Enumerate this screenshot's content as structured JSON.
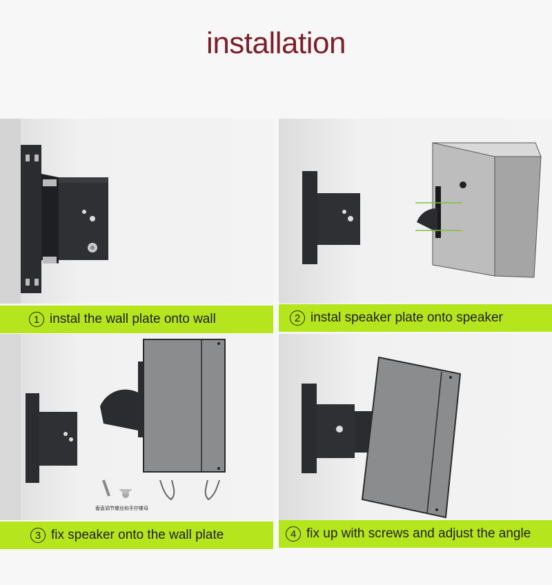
{
  "title": "installation",
  "steps": [
    {
      "num": "1",
      "text": "instal the wall plate onto wall"
    },
    {
      "num": "2",
      "text": "instal speaker plate onto speaker"
    },
    {
      "num": "3",
      "text": "fix speaker onto the wall plate"
    },
    {
      "num": "4",
      "text": "fix up with screws and adjust the angle"
    }
  ],
  "parts_note": "垂直调节螺丝和手拧螺母",
  "colors": {
    "title": "#7b1f28",
    "caption_bg": "#b5e61d",
    "bracket": "#2b2d30",
    "speaker": "#8a8c8e"
  },
  "icons": [
    "wall-bracket-illustration",
    "speaker-box-illustration",
    "hand-icon",
    "screw-icon",
    "wing-nut-icon",
    "angle-plate-illustration"
  ]
}
